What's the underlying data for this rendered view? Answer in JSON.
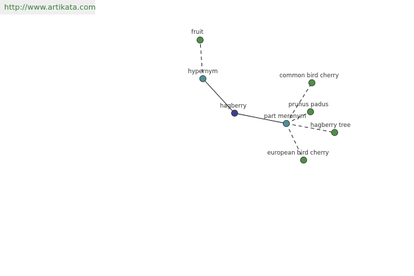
{
  "header": {
    "url": "http://www.artikata.com"
  },
  "graph": {
    "nodes": [
      {
        "id": "fruit",
        "label": "fruit",
        "kind": "leaf"
      },
      {
        "id": "hypernym",
        "label": "hypernym",
        "kind": "relation"
      },
      {
        "id": "hagberry",
        "label": "hagberry",
        "kind": "root"
      },
      {
        "id": "part_meronym",
        "label": "part meronym",
        "kind": "relation"
      },
      {
        "id": "common_bird_cherry",
        "label": "common bird cherry",
        "kind": "leaf"
      },
      {
        "id": "prunus_padus",
        "label": "prunus padus",
        "kind": "leaf"
      },
      {
        "id": "hagberry_tree",
        "label": "hagberry tree",
        "kind": "leaf"
      },
      {
        "id": "european_bird_cherry",
        "label": "european bird cherry",
        "kind": "leaf"
      }
    ],
    "edges": [
      {
        "from": "hypernym",
        "to": "fruit",
        "style": "dashed"
      },
      {
        "from": "hagberry",
        "to": "hypernym",
        "style": "solid"
      },
      {
        "from": "hagberry",
        "to": "part_meronym",
        "style": "solid"
      },
      {
        "from": "part_meronym",
        "to": "common_bird_cherry",
        "style": "dashed"
      },
      {
        "from": "part_meronym",
        "to": "prunus_padus",
        "style": "dashed"
      },
      {
        "from": "part_meronym",
        "to": "hagberry_tree",
        "style": "dashed"
      },
      {
        "from": "part_meronym",
        "to": "european_bird_cherry",
        "style": "dashed"
      }
    ],
    "colors": {
      "root": "#3a3f8c",
      "relation": "#4f8f9a",
      "leaf": "#4f8f46",
      "edge": "#111111"
    }
  }
}
